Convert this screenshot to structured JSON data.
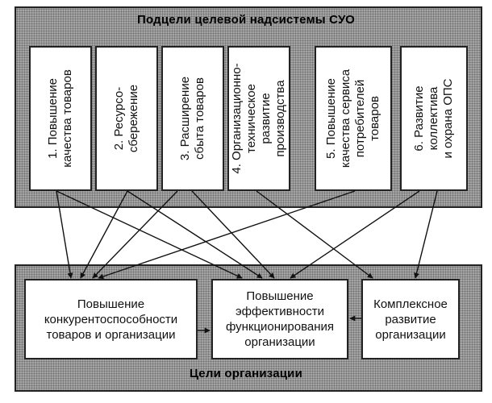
{
  "diagram": {
    "top_title": "Подцели целевой надсистемы СУО",
    "bottom_title": "Цели организации",
    "subgoals": [
      {
        "label": "1. Повышение\nкачества товаров"
      },
      {
        "label": "2. Ресурсо-\nсбережение"
      },
      {
        "label": "3. Расширение\nсбыта товаров"
      },
      {
        "label": "4. Организационно-\nтехническое\nразвитие\nпроизводства"
      },
      {
        "label": "5. Повышение\nкачества сервиса\nпотребителей\nтоваров"
      },
      {
        "label": "6. Развитие\nколлектива\nи охрана ОПС"
      }
    ],
    "goals": [
      {
        "label": "Повышение\nконкурентоспособности\nтоваров и организации"
      },
      {
        "label": "Повышение\nэффективности\nфункционирования\nорганизации"
      },
      {
        "label": "Комплексное\nразвитие\nорганизации"
      }
    ]
  }
}
